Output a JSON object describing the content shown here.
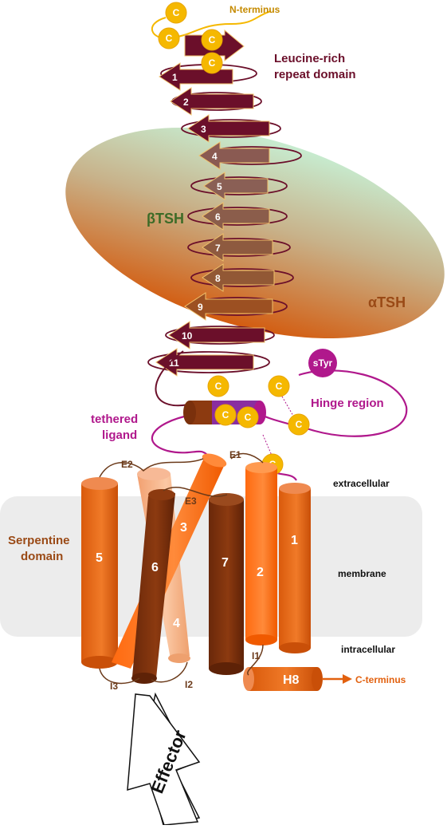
{
  "labels": {
    "n_terminus": "N-terminus",
    "lrr_line1": "Leucine-rich",
    "lrr_line2": "repeat domain",
    "beta_tsh": "βTSH",
    "alpha_tsh": "αTSH",
    "styr": "sTyr",
    "hinge": "Hinge region",
    "tethered_line1": "tethered",
    "tethered_line2": "ligand",
    "serpentine_line1": "Serpentine",
    "serpentine_line2": "domain",
    "extracellular": "extracellular",
    "membrane": "membrane",
    "intracellular": "intracellular",
    "c_terminus": "C-terminus",
    "effector": "Effector",
    "cysteine": "C"
  },
  "repeats": [
    "1",
    "2",
    "3",
    "4",
    "5",
    "6",
    "7",
    "8",
    "9",
    "10",
    "11"
  ],
  "loops": {
    "e1": "E1",
    "e2": "E2",
    "e3": "E3",
    "i1": "I1",
    "i2": "I2",
    "i3": "I3",
    "h8": "H8"
  },
  "helices": [
    "1",
    "2",
    "3",
    "4",
    "5",
    "6",
    "7"
  ],
  "colors": {
    "lrr_strand": "#6b0f2a",
    "hinge": "#b0188c",
    "cysteine": "#f5b800",
    "helix_orange": "#e2610f",
    "helix_dark": "#7a300c",
    "helix_light": "#f6b48a",
    "membrane": "#ececec",
    "beta_text": "#3d6b27",
    "alpha_text": "#9a4a16",
    "serpentine_text": "#9a4a16",
    "n_terminus_text": "#c58a00",
    "c_terminus_text": "#e2610f"
  }
}
